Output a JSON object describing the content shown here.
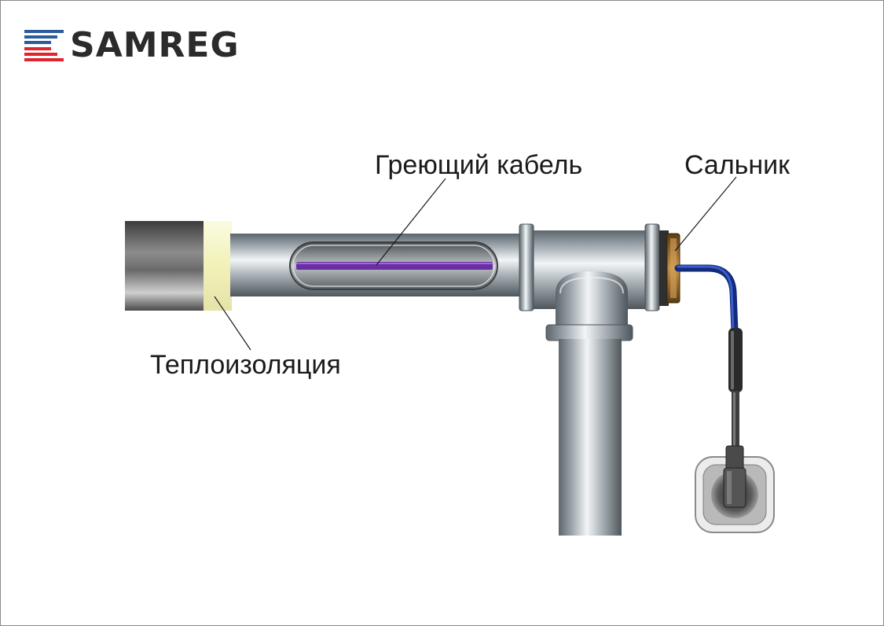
{
  "brand": {
    "name": "SAMREG",
    "colors": {
      "red": "#e2232b",
      "blue": "#2b5d9e",
      "text": "#2b2b2b"
    }
  },
  "labels": {
    "heating_cable": "Греющий кабель",
    "gland": "Сальник",
    "insulation": "Теплоизоляция"
  },
  "colors": {
    "pipe_mid": "#b9c2c8",
    "heating_element": "#6a2fa3",
    "supply_cable": "#1e3aa0",
    "insulation": "#f2f1b8",
    "gland": "#a9772f"
  }
}
